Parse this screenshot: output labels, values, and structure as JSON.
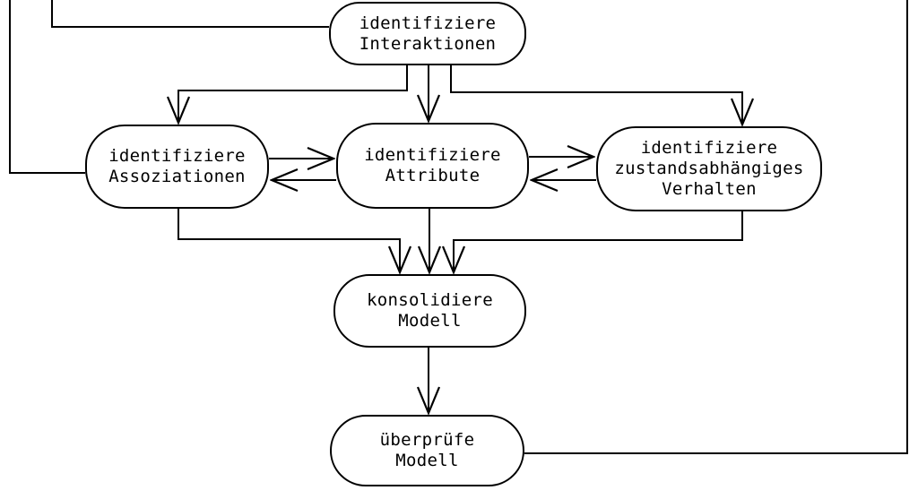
{
  "diagram": {
    "title": "OOA process flow diagram (German)",
    "background_color": "#ffffff",
    "line_color": "#000000",
    "arrowhead_style": "open-v",
    "nodes": {
      "interaktionen": {
        "lines": [
          "identifiziere",
          "Interaktionen"
        ]
      },
      "assoziationen": {
        "lines": [
          "identifiziere",
          "Assoziationen"
        ]
      },
      "attribute": {
        "lines": [
          "identifiziere",
          "Attribute"
        ]
      },
      "verhalten": {
        "lines": [
          "identifiziere",
          "zustandsabhängiges",
          "Verhalten"
        ]
      },
      "konsolidiere": {
        "lines": [
          "konsolidiere",
          "Modell"
        ]
      },
      "ueberpruefe": {
        "lines": [
          "überprüfe",
          "Modell"
        ]
      }
    },
    "edges": [
      {
        "from": "identifiziere Interaktionen",
        "to": "identifiziere Assoziationen",
        "arrow": true
      },
      {
        "from": "identifiziere Interaktionen",
        "to": "identifiziere Attribute",
        "arrow": true
      },
      {
        "from": "identifiziere Interaktionen",
        "to": "identifiziere zustandsabhängiges Verhalten",
        "arrow": true
      },
      {
        "from": "identifiziere Assoziationen",
        "to": "identifiziere Attribute",
        "arrow": true
      },
      {
        "from": "identifiziere Attribute",
        "to": "identifiziere Assoziationen",
        "arrow": true
      },
      {
        "from": "identifiziere Attribute",
        "to": "identifiziere zustandsabhängiges Verhalten",
        "arrow": true
      },
      {
        "from": "identifiziere zustandsabhängiges Verhalten",
        "to": "identifiziere Attribute",
        "arrow": true
      },
      {
        "from": "identifiziere Assoziationen",
        "to": "konsolidiere Modell",
        "arrow": true
      },
      {
        "from": "identifiziere Attribute",
        "to": "konsolidiere Modell",
        "arrow": true
      },
      {
        "from": "identifiziere zustandsabhängiges Verhalten",
        "to": "konsolidiere Modell",
        "arrow": true
      },
      {
        "from": "konsolidiere Modell",
        "to": "überprüfe Modell",
        "arrow": true
      },
      {
        "from": "überprüfe Modell",
        "to": "offscreen-top-right",
        "arrow": false
      },
      {
        "from": "identifiziere Assoziationen",
        "to": "offscreen-top-left",
        "arrow": false
      },
      {
        "from": "identifiziere Interaktionen",
        "to": "offscreen-top-left",
        "arrow": false
      }
    ]
  }
}
